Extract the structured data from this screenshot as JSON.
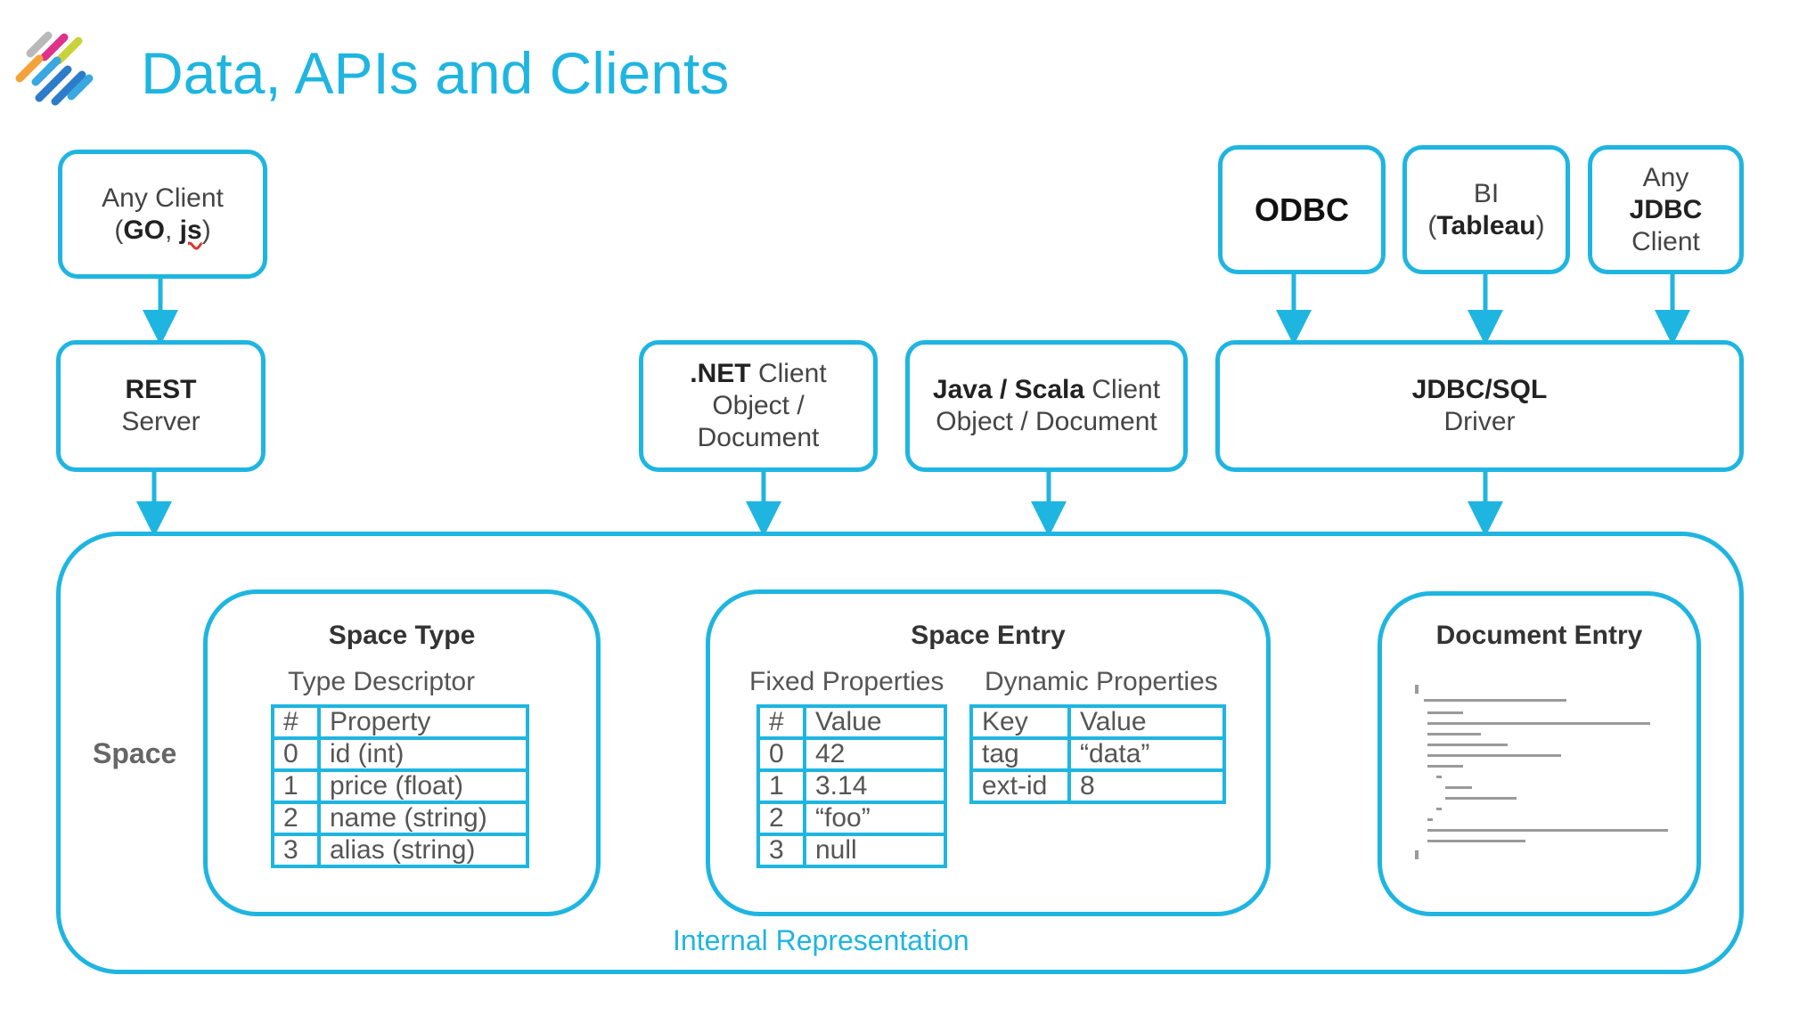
{
  "title": "Data, APIs and Clients",
  "colors": {
    "accent": "#1fb5e1"
  },
  "clients": {
    "any_client": {
      "line1": "Any Client",
      "line2_open": "(",
      "go": "GO",
      "sep": ", ",
      "js": "js",
      "line2_close": ")"
    },
    "odbc": "ODBC",
    "bi": {
      "line1": "BI",
      "open": "(",
      "bold": "Tableau",
      "close": ")"
    },
    "any_jdbc": {
      "line1": "Any",
      "bold": "JDBC",
      "line3": "Client"
    }
  },
  "layer2": {
    "rest": {
      "bold": "REST",
      "line2": "Server"
    },
    "dotnet": {
      "bold": ".NET",
      "rest": " Client",
      "line2": "Object /",
      "line3": "Document"
    },
    "java": {
      "bold": "Java / Scala",
      "rest": " Client",
      "line2": "Object / Document"
    },
    "jdbc": {
      "bold": "JDBC/SQL",
      "line2": "Driver"
    }
  },
  "space": {
    "label": "Space",
    "internal": "Internal Representation",
    "space_type": {
      "title": "Space Type",
      "subtitle": "Type Descriptor",
      "headers": [
        "#",
        "Property"
      ],
      "rows": [
        [
          "0",
          "id (int)"
        ],
        [
          "1",
          "price (float)"
        ],
        [
          "2",
          "name (string)"
        ],
        [
          "3",
          "alias (string)"
        ]
      ]
    },
    "space_entry": {
      "title": "Space Entry",
      "fixed_label": "Fixed Properties",
      "dynamic_label": "Dynamic Properties",
      "fixed_headers": [
        "#",
        "Value"
      ],
      "fixed_rows": [
        [
          "0",
          "42"
        ],
        [
          "1",
          "3.14"
        ],
        [
          "2",
          "“foo”"
        ],
        [
          "3",
          "null"
        ]
      ],
      "dynamic_headers": [
        "Key",
        "Value"
      ],
      "dynamic_rows": [
        [
          "tag",
          "“data”"
        ],
        [
          "ext-id",
          "8"
        ]
      ]
    },
    "document_entry": {
      "title": "Document Entry"
    }
  },
  "logo_icon": "gigaspaces-logo-icon"
}
